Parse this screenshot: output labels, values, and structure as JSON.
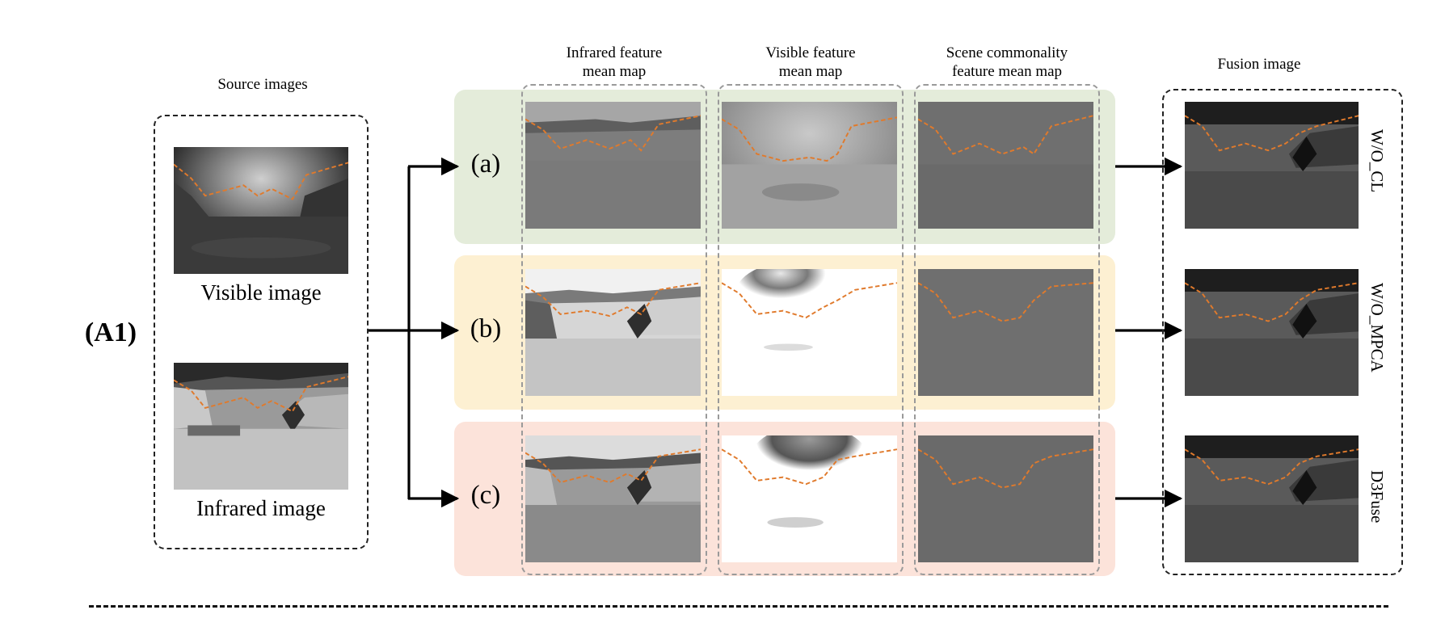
{
  "figure_label": "(A1)",
  "headers": {
    "source": "Source images",
    "infrared_map": [
      "Infrared feature",
      "mean map"
    ],
    "visible_map": [
      "Visible feature",
      "mean map"
    ],
    "common_map": [
      "Scene commonality",
      "feature mean map"
    ],
    "fusion": "Fusion image"
  },
  "source_captions": {
    "visible": "Visible image",
    "infrared": "Infrared image"
  },
  "rows": [
    {
      "label": "(a)",
      "method": "W/O_CL",
      "band_color": "#e4ecda"
    },
    {
      "label": "(b)",
      "method": "W/O_MPCA",
      "band_color": "#fdf0d2"
    },
    {
      "label": "(c)",
      "method": "D3Fuse",
      "band_color": "#fce3da"
    }
  ],
  "colors": {
    "annotation_line": "#e07a2c",
    "arrow": "#000000",
    "frame": "#222222",
    "column_frame": "#9a9a9a"
  }
}
